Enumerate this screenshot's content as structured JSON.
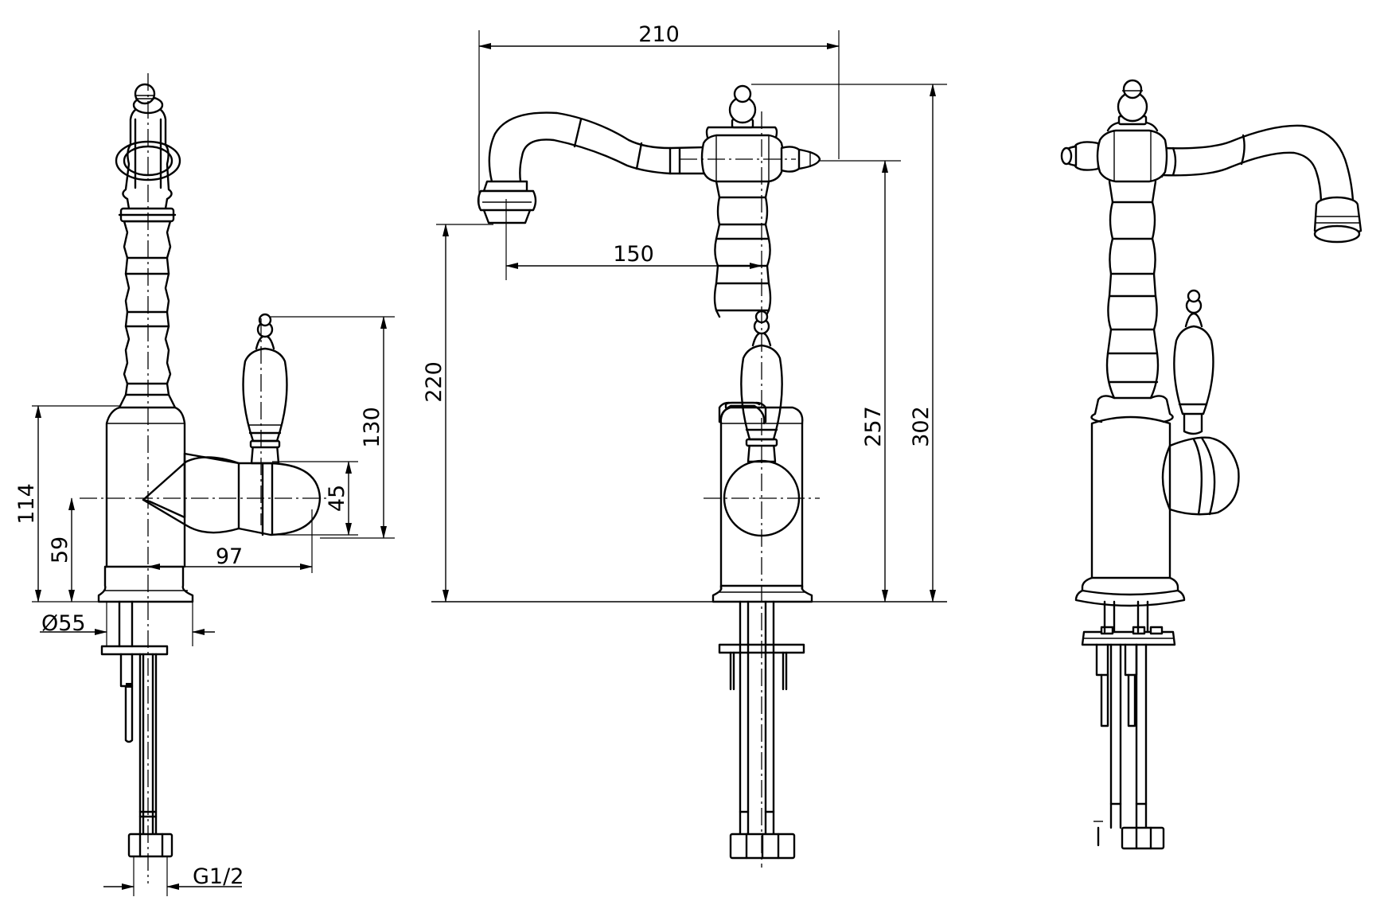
{
  "dimensions": {
    "overall_spout_reach": "210",
    "spout_reach_from_axis": "150",
    "spout_outlet_height": "220",
    "spout_top_height": "257",
    "overall_height": "302",
    "handle_height": "130",
    "body_height": "114",
    "handle_axis_height": "59",
    "handle_diameter": "45",
    "handle_projection": "97",
    "base_diameter": "Ø55",
    "connection_thread": "G1/2"
  }
}
